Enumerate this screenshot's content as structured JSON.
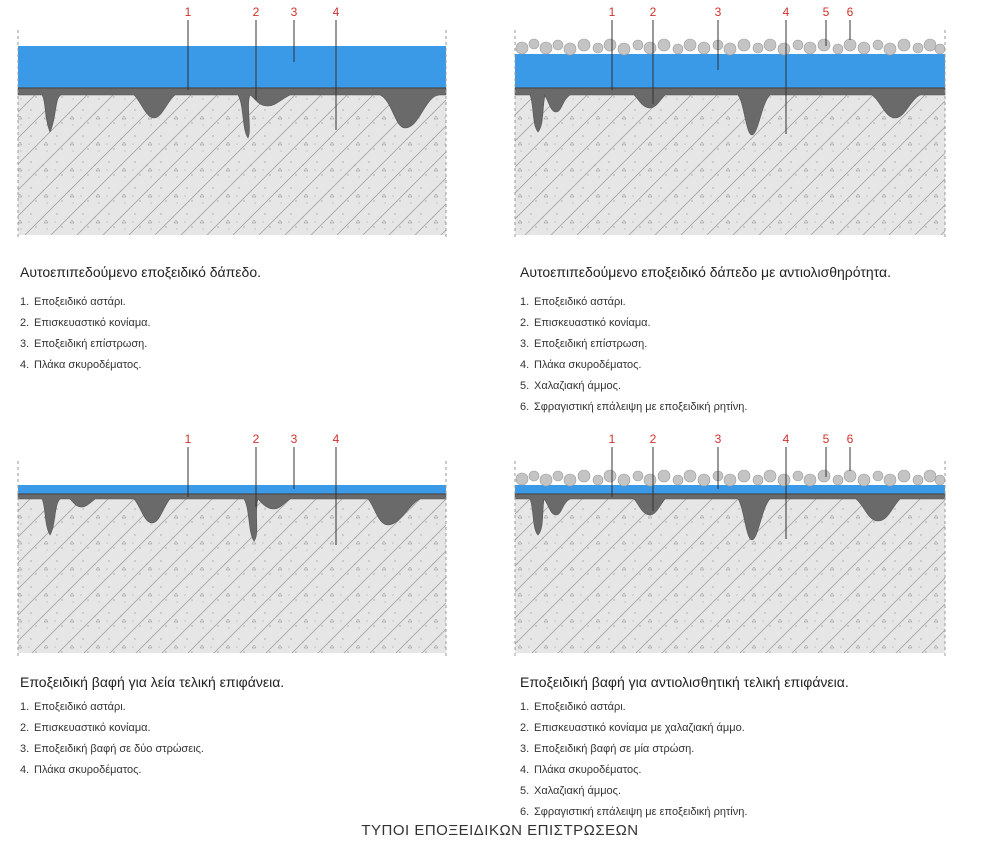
{
  "panels": [
    {
      "caption": "Αυτοεπιπεδούμενο εποξειδικό δάπεδο.",
      "items": [
        "Εποξειδικό αστάρι.",
        "Επισκευαστικό κονίαμα.",
        "Εποξειδική επίστρωση.",
        "Πλάκα σκυροδέματος."
      ],
      "markers": [
        "1",
        "2",
        "3",
        "4"
      ]
    },
    {
      "caption": "Αυτοεπιπεδούμενο εποξειδικό δάπεδο με αντιολισθηρότητα.",
      "items": [
        "Εποξειδικό αστάρι.",
        "Επισκευαστικό κονίαμα.",
        "Εποξειδική επίστρωση.",
        "Πλάκα σκυροδέματος.",
        "Χαλαζιακή άμμος.",
        "Σφραγιστική επάλειψη με εποξειδική ρητίνη."
      ],
      "markers": [
        "1",
        "2",
        "3",
        "4",
        "5",
        "6"
      ]
    },
    {
      "caption": "Εποξειδική βαφή για λεία τελική επιφάνεια.",
      "items": [
        "Εποξειδικό αστάρι.",
        "Επισκευαστικό κονίαμα.",
        "Εποξειδική βαφή σε δύο στρώσεις.",
        "Πλάκα σκυροδέματος."
      ],
      "markers": [
        "1",
        "2",
        "3",
        "4"
      ]
    },
    {
      "caption": "Εποξειδική βαφή για αντιολισθητική τελική επιφάνεια.",
      "items": [
        "Εποξειδικό αστάρι.",
        "Επισκευαστικό κονίαμα με χαλαζιακή άμμο.",
        "Εποξειδική βαφή σε μία στρώση.",
        "Πλάκα σκυροδέματος.",
        "Χαλαζιακή άμμος.",
        "Σφραγιστική επάλειψη με εποξειδική ρητίνη."
      ],
      "markers": [
        "1",
        "2",
        "3",
        "4",
        "5",
        "6"
      ]
    }
  ],
  "footer_title": "ΤΥΠΟΙ ΕΠΟΞΕΙΔΙΚΩΝ ΕΠΙΣΤΡΩΣΕΩΝ",
  "colors": {
    "coating_blue": "#3a9ae8",
    "concrete": "#e6e6e6",
    "mortar": "#6a6a6a",
    "sand": "#c4c4c4",
    "marker_red": "#d0312d"
  }
}
